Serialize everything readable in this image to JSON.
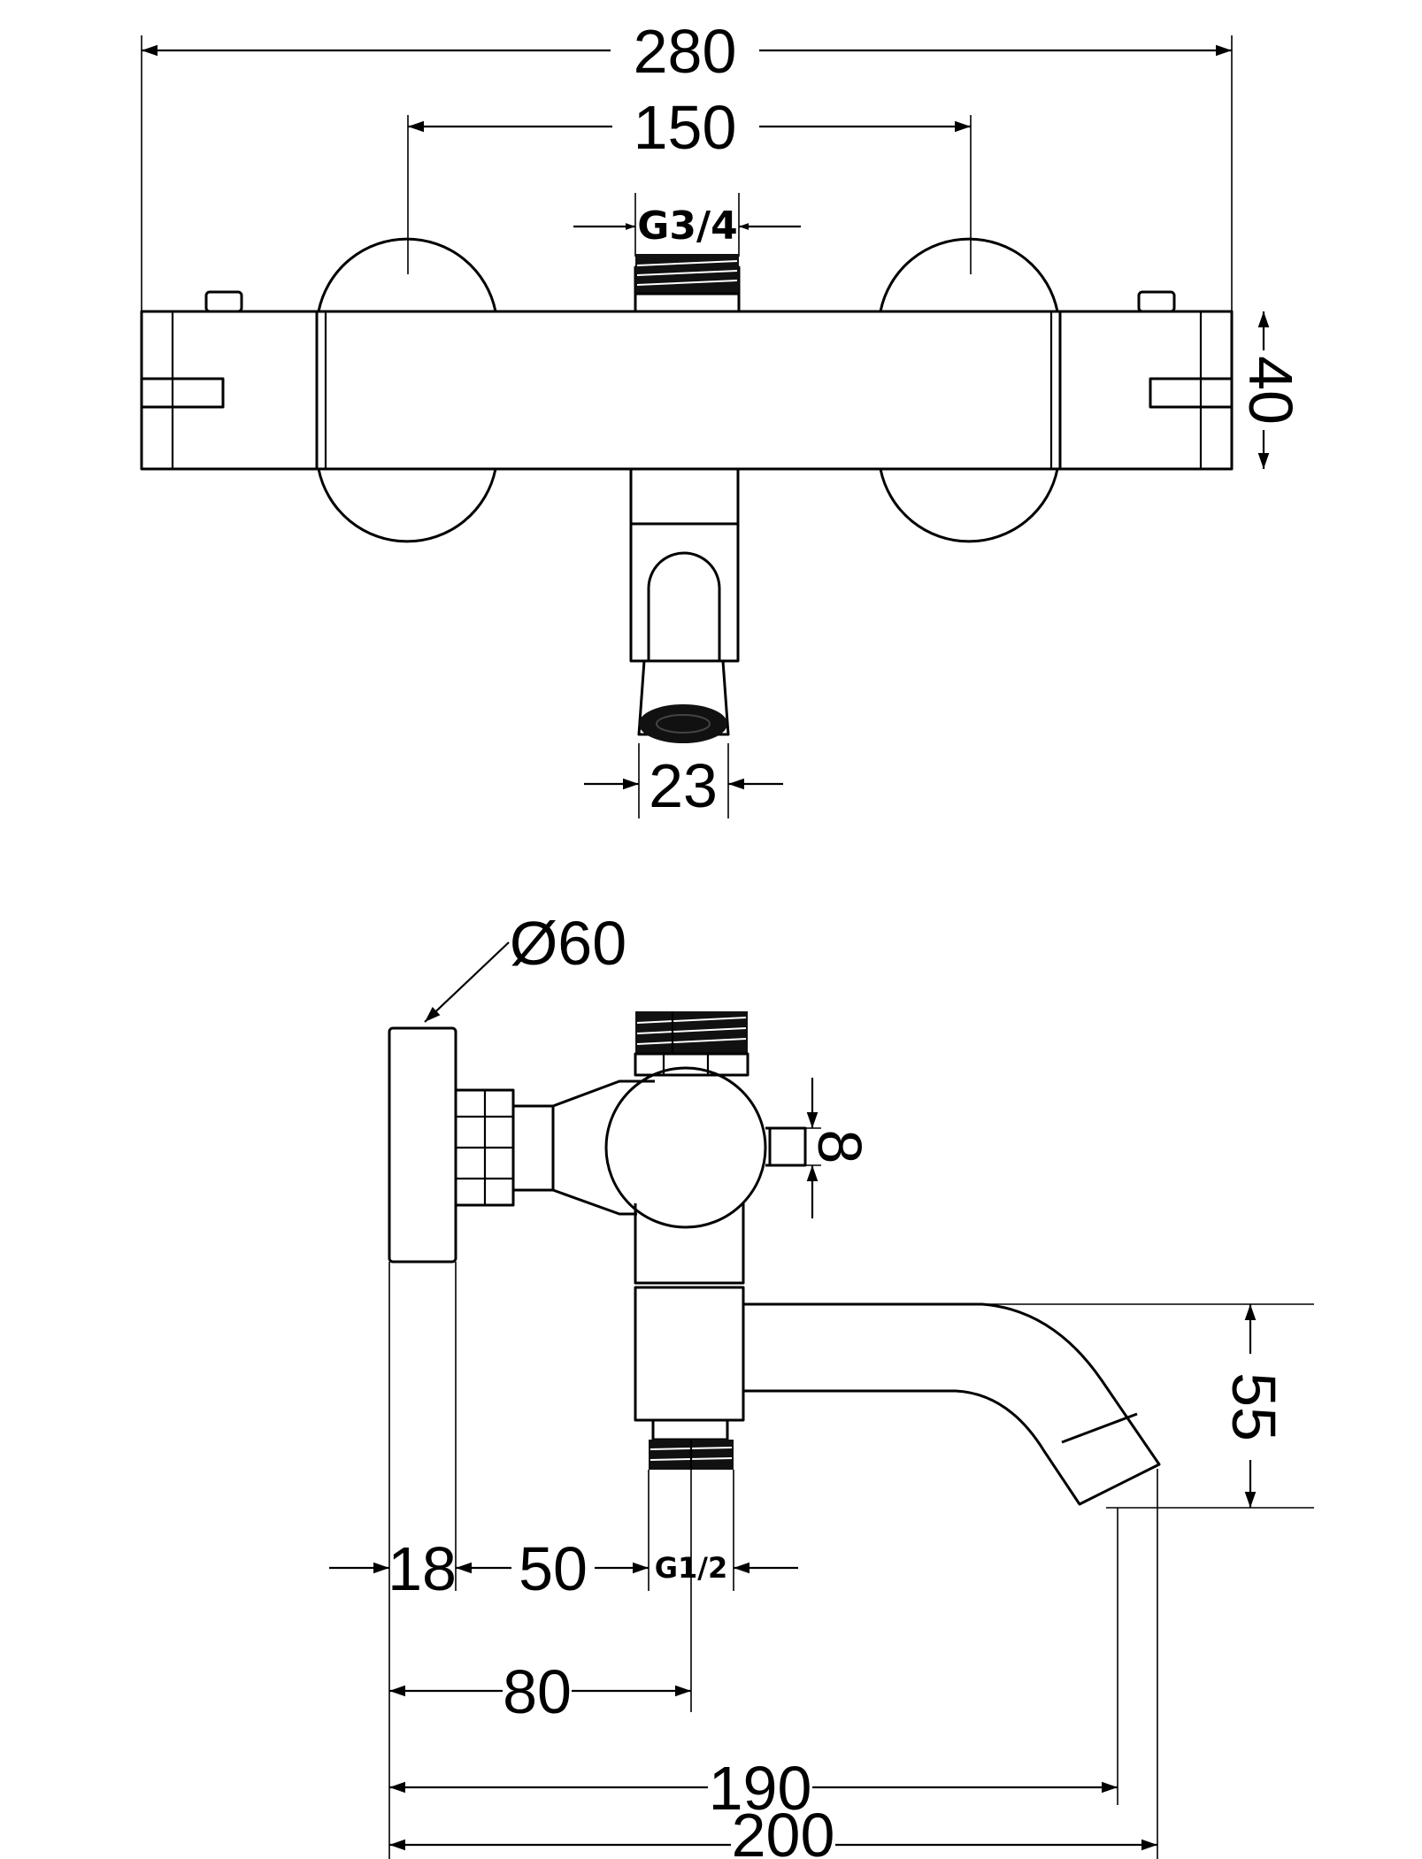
{
  "dimensions": {
    "overall_width": "280",
    "valve_spacing": "150",
    "inlet_thread_top": "G3/4",
    "body_height": "40",
    "spout_outlet_diameter": "23",
    "rosette_diameter": "Ø60",
    "knob_offset": "8",
    "spout_drop": "55",
    "rosette_depth": "18",
    "body_offset": "50",
    "outlet_thread_bottom": "G1/2",
    "to_outlet_axis": "80",
    "to_spout_tip": "190",
    "overall_depth": "200"
  },
  "colors": {
    "line": "#000000",
    "background": "#ffffff"
  }
}
